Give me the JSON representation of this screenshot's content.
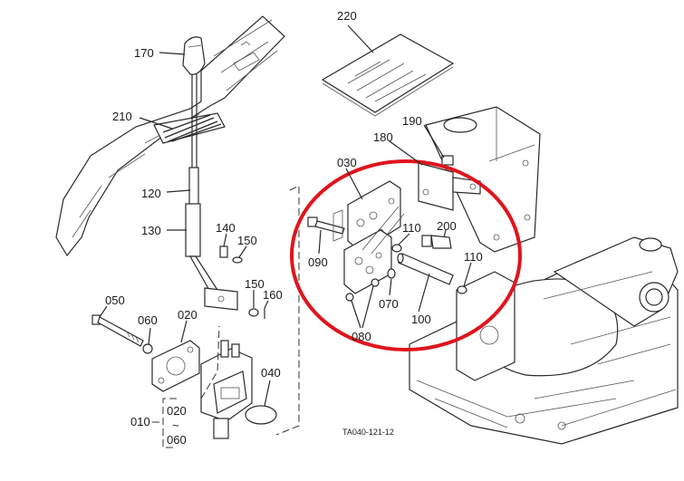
{
  "labels": {
    "p170": "170",
    "p210": "210",
    "p120": "120",
    "p130": "130",
    "p140": "140",
    "p150a": "150",
    "p150b": "150",
    "p160": "160",
    "p050": "050",
    "p060": "060",
    "p020": "020",
    "p040": "040",
    "p010": "010",
    "p020b": "020",
    "p_tilde": "~",
    "p060b": "060",
    "p220": "220",
    "p190": "190",
    "p180": "180",
    "p030": "030",
    "p110a": "110",
    "p200": "200",
    "p110b": "110",
    "p090": "090",
    "p070": "070",
    "p100": "100",
    "p080": "080"
  },
  "drawing_code": "TA040-121-12",
  "highlight_color": "#e0141c"
}
